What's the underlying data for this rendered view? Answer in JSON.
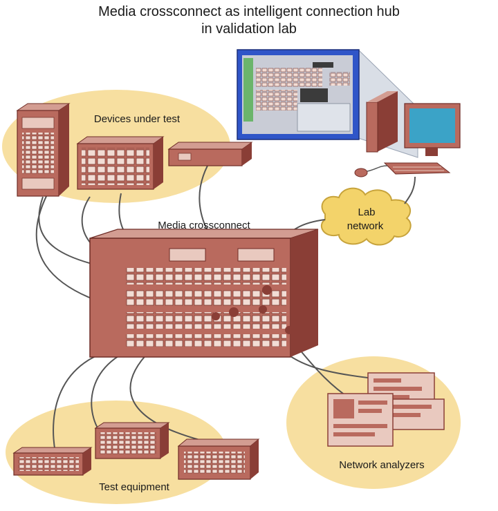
{
  "diagram": {
    "title_line1": "Media crossconnect as intelligent connection hub",
    "title_line2": "in validation lab",
    "labels": {
      "devices_under_test": "Devices under test",
      "media_crossconnect": "Media crossconnect",
      "lab_network_line1": "Lab",
      "lab_network_line2": "network",
      "test_equipment": "Test equipment",
      "network_analyzers": "Network analyzers"
    },
    "colors": {
      "zone_fill": "#f7dfa0",
      "equipment_fill": "#b96a5e",
      "equipment_dark": "#8a3e36",
      "equipment_light": "#e9c9bf",
      "cable": "#555555",
      "cloud_fill": "#f3d36a",
      "screen_blue": "#2f55c8"
    }
  }
}
